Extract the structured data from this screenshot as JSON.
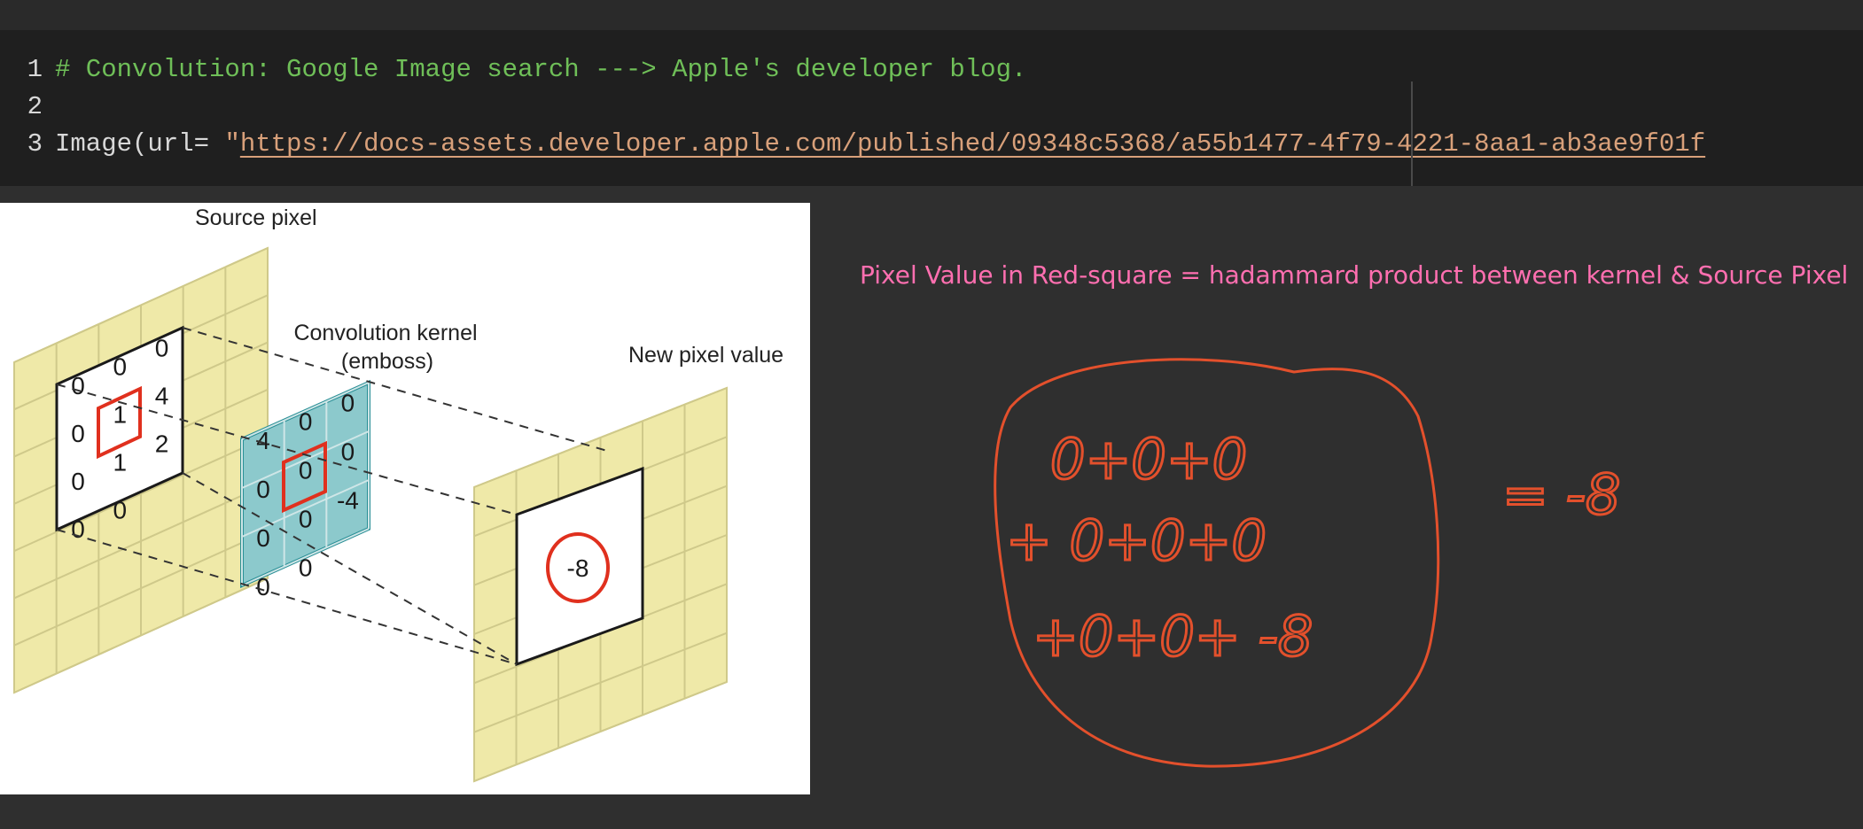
{
  "code": {
    "lines": [
      {
        "number": "1",
        "comment": "# Convolution: Google Image search ---> Apple's developer blog."
      },
      {
        "number": "2"
      },
      {
        "number": "3",
        "prefix": "Image(url= ",
        "quote": "\"",
        "url": "https://docs-assets.developer.apple.com/published/09348c5368/a55b1477-4f79-4221-8aa1-ab3ae9f01f"
      }
    ]
  },
  "figure": {
    "source_label": "Source pixel",
    "kernel_label_line1": "Convolution kernel",
    "kernel_label_line2": "(emboss)",
    "new_label": "New pixel value",
    "source_grid": [
      [
        "0",
        "0",
        "0"
      ],
      [
        "0",
        "1",
        "4"
      ],
      [
        "0",
        "1",
        "2"
      ],
      [
        "0",
        "0",
        ""
      ]
    ],
    "kernel_grid": [
      [
        "4",
        "0",
        "0"
      ],
      [
        "0",
        "0",
        "0"
      ],
      [
        "0",
        "0",
        "-4"
      ],
      [
        "0",
        "0",
        ""
      ]
    ],
    "new_value": "-8"
  },
  "annotation": {
    "text": "Pixel Value in Red-square = hadammard product between kernel & Source Pixel",
    "row1": "0+0+0",
    "row2": "+ 0+0+0",
    "row3": "+0+0+ -8",
    "result": "= -8"
  },
  "colors": {
    "accent_annotation": "#ff6fb0",
    "ink": "#e3502c",
    "source_grid_fill": "#efe9a8",
    "kernel_fill": "#8cc9cc",
    "highlight_red": "#e0301e"
  }
}
